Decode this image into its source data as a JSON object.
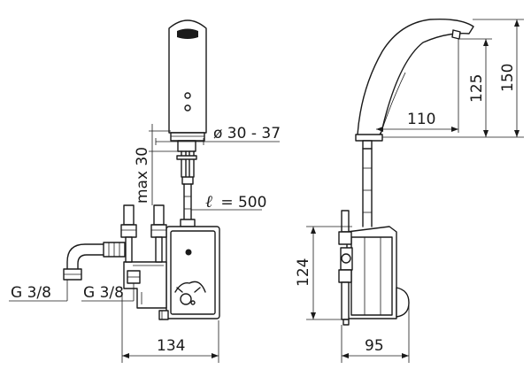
{
  "front_view": {
    "diameter_label": "ø 30 - 37",
    "max_label": "max 30",
    "hose_label_symbol": "ℓ",
    "hose_label_value": "= 500",
    "thread_left": "G 3/8",
    "thread_right": "G 3/8",
    "width_label": "134"
  },
  "side_view": {
    "height_total": "150",
    "height_outlet": "125",
    "reach": "110",
    "box_height": "124",
    "box_depth": "95"
  },
  "colors": {
    "line": "#1a1a1a",
    "background": "#ffffff"
  }
}
